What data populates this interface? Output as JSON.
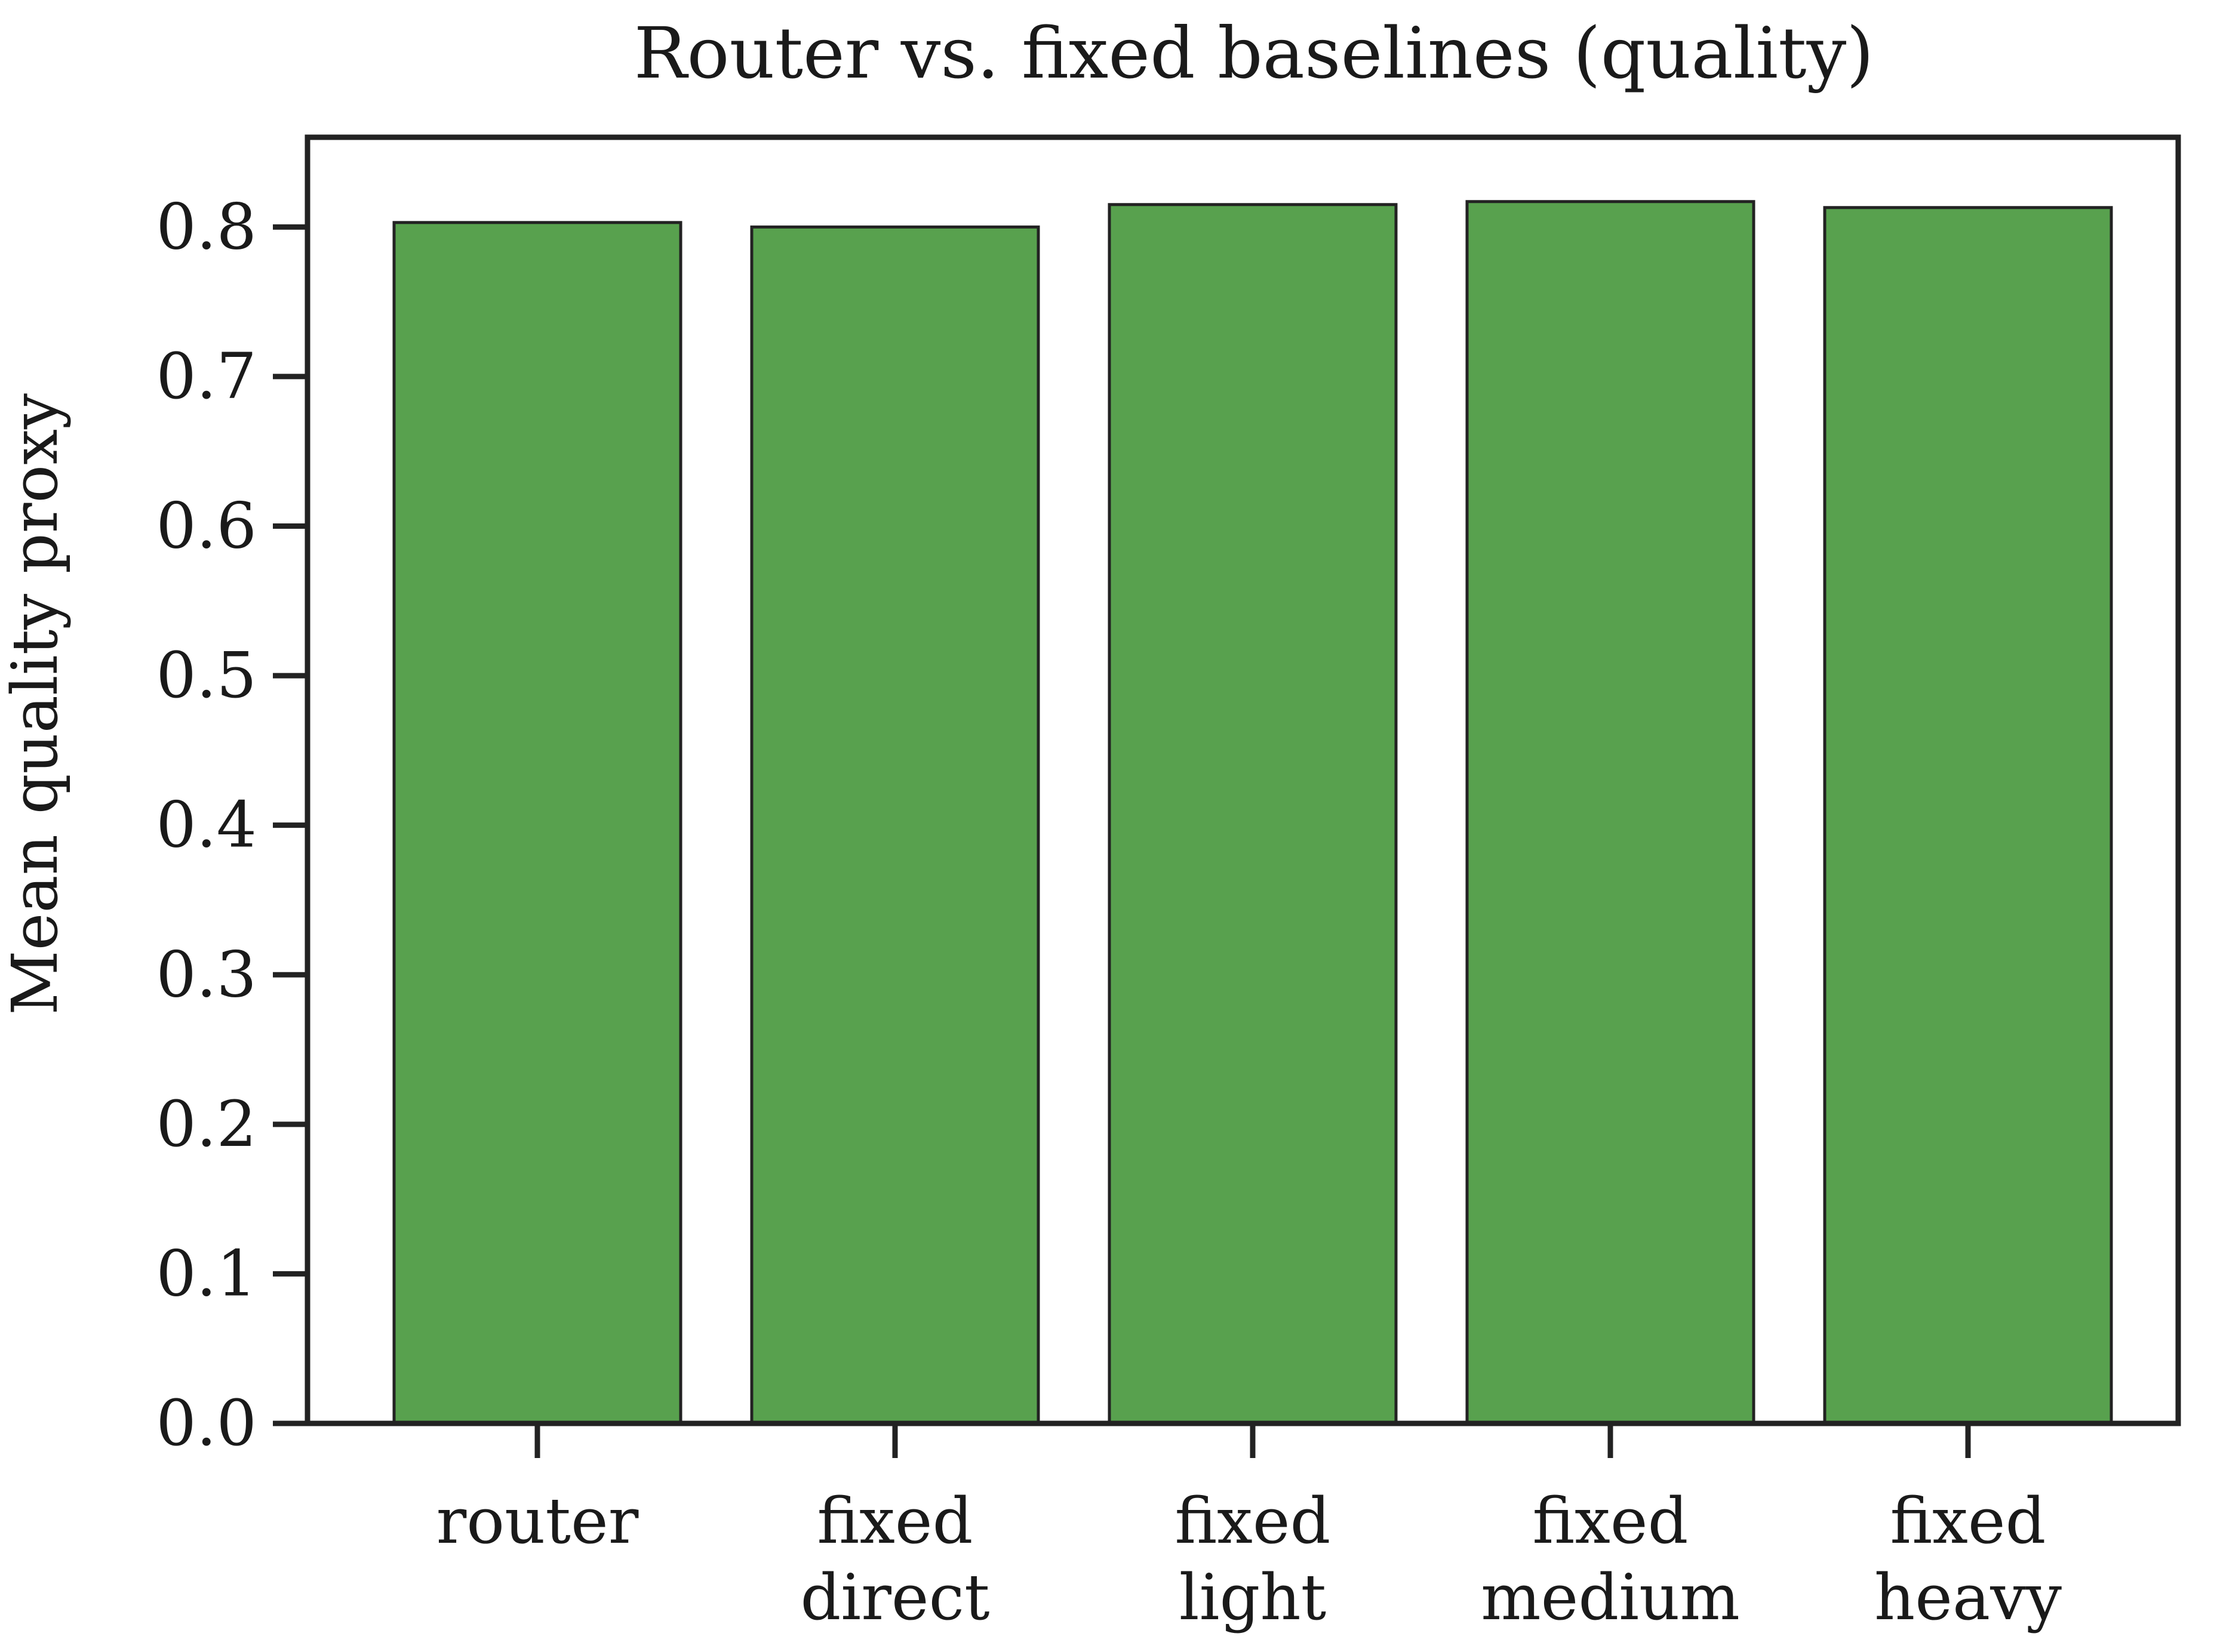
{
  "chart_data": {
    "type": "bar",
    "title": "Router vs. fixed baselines (quality)",
    "xlabel": "",
    "ylabel": "Mean quality proxy",
    "categories": [
      [
        "router"
      ],
      [
        "fixed",
        "direct"
      ],
      [
        "fixed",
        "light"
      ],
      [
        "fixed",
        "medium"
      ],
      [
        "fixed",
        "heavy"
      ]
    ],
    "values": [
      0.803,
      0.8,
      0.815,
      0.817,
      0.813
    ],
    "ylim": [
      0,
      0.86
    ],
    "yticks": [
      0.0,
      0.1,
      0.2,
      0.3,
      0.4,
      0.5,
      0.6,
      0.7,
      0.8
    ],
    "ytick_labels": [
      "0.0",
      "0.1",
      "0.2",
      "0.3",
      "0.4",
      "0.5",
      "0.6",
      "0.7",
      "0.8"
    ],
    "grid": false,
    "legend": "none",
    "colors": {
      "bar_fill": "#58a14e",
      "bar_edge": "#222222",
      "axis": "#222222",
      "text": "#1a1a1a"
    }
  }
}
